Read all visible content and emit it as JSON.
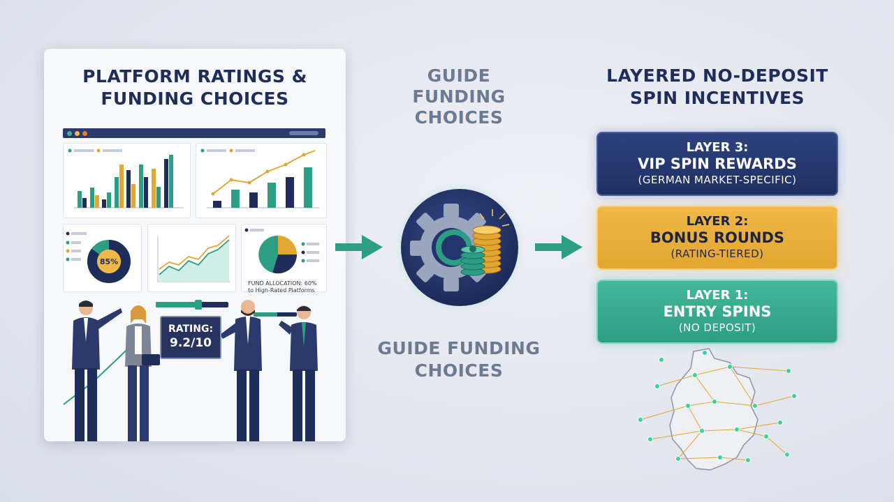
{
  "left": {
    "title_line1": "PLATFORM RATINGS &",
    "title_line2": "FUNDING CHOICES",
    "donut_label": "85%",
    "fund_label_line1": "FUND ALLOCATION: 60%",
    "fund_label_line2": "to High-Rated Platforms",
    "rating_label": "RATING:",
    "rating_value": "9.2/10",
    "donut_fill_fraction": 0.85
  },
  "middle": {
    "top_title_line1": "GUIDE",
    "top_title_line2": "FUNDING",
    "top_title_line3": "CHOICES",
    "bottom_title_line1": "GUIDE FUNDING",
    "bottom_title_line2": "CHOICES"
  },
  "right": {
    "title_line1": "LAYERED NO-DEPOSIT",
    "title_line2": "SPIN INCENTIVES",
    "layers": [
      {
        "name": "LAYER 3:",
        "title": "VIP SPIN REWARDS",
        "note": "(GERMAN MARKET-SPECIFIC)"
      },
      {
        "name": "LAYER 2:",
        "title": "BONUS ROUNDS",
        "note": "(RATING-TIERED)"
      },
      {
        "name": "LAYER 1:",
        "title": "ENTRY SPINS",
        "note": "(NO DEPOSIT)"
      }
    ]
  },
  "colors": {
    "navy": "#1f2d5a",
    "gold": "#e3a630",
    "teal": "#2c9e83",
    "muted_title": "#6c7a92"
  },
  "icons": [
    "gear-icon",
    "coin-stack-icon",
    "arrow-right-icon",
    "germany-map-network"
  ]
}
